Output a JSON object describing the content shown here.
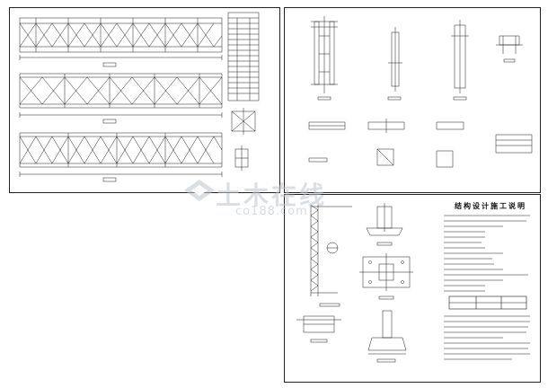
{
  "sheets": {
    "left": {
      "tag": "truss-elevations"
    },
    "top_right": {
      "tag": "column-details"
    },
    "bottom_right": {
      "notes_title": "结构设计施工说明"
    }
  },
  "watermark": {
    "main": "土木在线",
    "sub": "co188.com"
  },
  "colors": {
    "line": "#1a1a1a",
    "watermark": "#c8ccd2"
  }
}
